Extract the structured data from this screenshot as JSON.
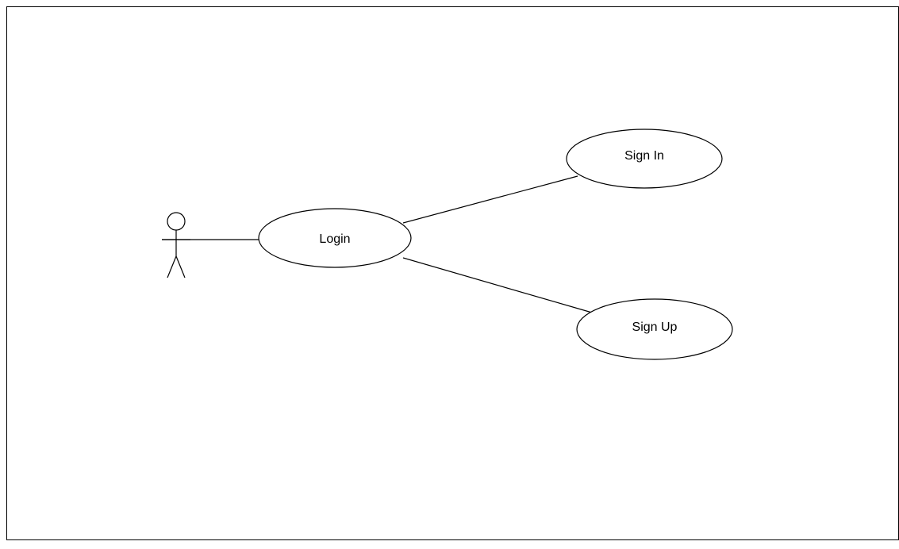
{
  "diagram": {
    "type": "use-case",
    "actor": {
      "label": ""
    },
    "use_cases": {
      "login": {
        "label": "Login"
      },
      "sign_in": {
        "label": "Sign In"
      },
      "sign_up": {
        "label": "Sign Up"
      }
    },
    "associations": [
      {
        "from": "actor",
        "to": "login"
      },
      {
        "from": "login",
        "to": "sign_in"
      },
      {
        "from": "login",
        "to": "sign_up"
      }
    ],
    "colors": {
      "stroke": "#000000",
      "fill": "#ffffff",
      "background": "#ffffff"
    }
  }
}
